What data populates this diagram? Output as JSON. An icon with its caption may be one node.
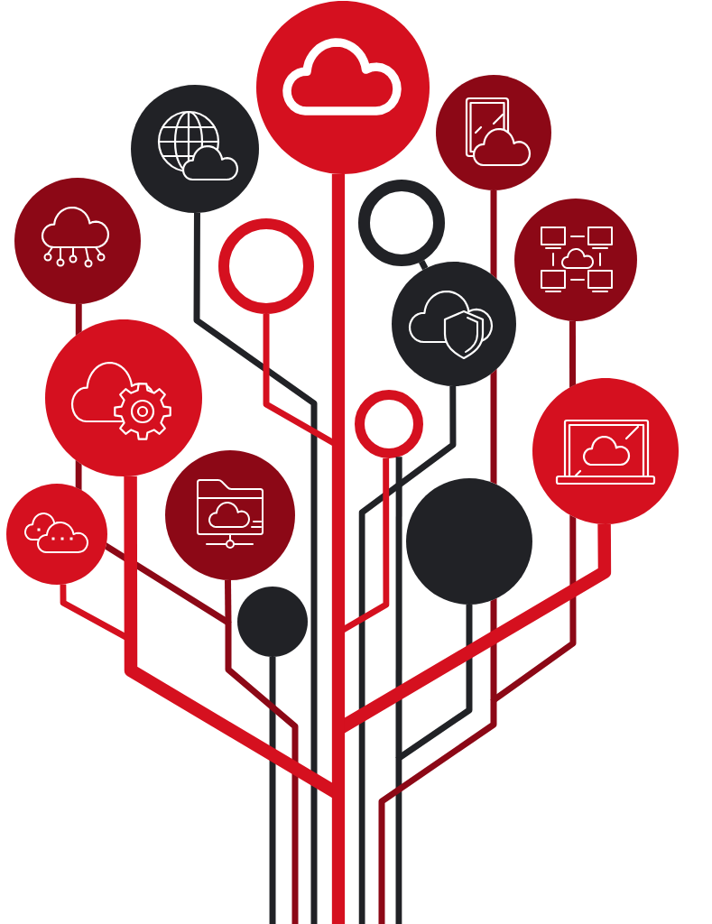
{
  "diagram": {
    "nodes": [
      {
        "text": [],
        "shape": "circle"
      },
      {
        "text": [],
        "shape": "circle"
      },
      {
        "text": [],
        "shape": "circle"
      },
      {
        "text": [],
        "shape": "circle"
      },
      {
        "text": [],
        "shape": "circle"
      },
      {
        "text": [],
        "shape": "circle"
      },
      {
        "text": [],
        "shape": "circle"
      },
      {
        "text": [],
        "shape": "circle"
      },
      {
        "text": [],
        "shape": "circle"
      },
      {
        "text": [],
        "shape": "circle"
      },
      {
        "text": [],
        "shape": "circle"
      },
      {
        "text": [],
        "shape": "circle"
      },
      {
        "text": [],
        "shape": "circle"
      },
      {
        "text": [],
        "shape": "circle"
      },
      {
        "text": [],
        "shape": "circle"
      }
    ],
    "edges": [
      {
        "from": 0,
        "to": null,
        "arrow": "none",
        "style": "thick",
        "color": "#d5101f"
      },
      {
        "from": 1,
        "to": null,
        "arrow": "none",
        "color": "#8c0816"
      },
      {
        "from": 2,
        "to": null,
        "arrow": "none",
        "color": "#212226"
      },
      {
        "from": 3,
        "to": null,
        "arrow": "none",
        "color": "#8c0816"
      },
      {
        "from": 4,
        "to": 7,
        "arrow": "none",
        "color": "#212226"
      },
      {
        "from": 5,
        "to": null,
        "arrow": "none",
        "color": "#8c0816"
      },
      {
        "from": 6,
        "to": null,
        "arrow": "none",
        "color": "#d5101f"
      },
      {
        "from": 7,
        "to": null,
        "arrow": "none",
        "color": "#212226"
      },
      {
        "from": 8,
        "to": null,
        "arrow": "none",
        "style": "thick",
        "color": "#d5101f"
      },
      {
        "from": 9,
        "to": null,
        "arrow": "none",
        "style": "thick",
        "color": "#d5101f"
      },
      {
        "from": 10,
        "to": null,
        "arrow": "none",
        "color": "#d5101f"
      },
      {
        "from": 10,
        "to": null,
        "arrow": "none",
        "color": "#212226"
      },
      {
        "from": 11,
        "to": null,
        "arrow": "none",
        "color": "#8c0816"
      },
      {
        "from": 12,
        "to": null,
        "arrow": "none",
        "color": "#212226"
      },
      {
        "from": 13,
        "to": null,
        "arrow": "none",
        "color": "#d5101f"
      },
      {
        "from": 14,
        "to": null,
        "arrow": "none",
        "color": "#212226"
      }
    ]
  }
}
